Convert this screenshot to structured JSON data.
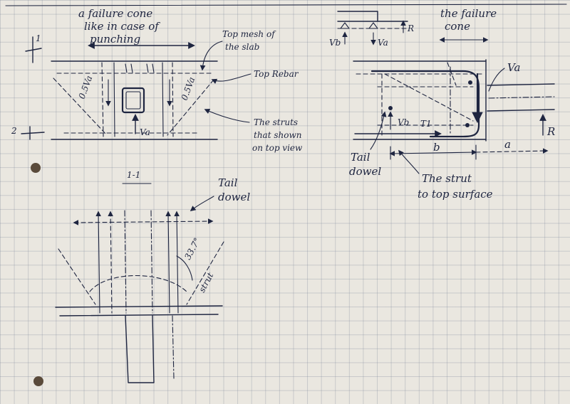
{
  "sketch": {
    "top_view": {
      "failure_cone_note": [
        "a failure cone",
        "like in case of",
        "punching"
      ],
      "top_mesh_note": [
        "Top mesh of",
        "the slab"
      ],
      "top_rebar_note": "Top Rebar",
      "struts_note": [
        "The struts",
        "that shown",
        "on top view"
      ],
      "left_force": "0.5Va",
      "right_force": "0.5Va",
      "center_force": "Va",
      "section_mark_1": "1",
      "section_mark_2": "2"
    },
    "section_1_1": {
      "title": "1-1",
      "tail_dowel_note": [
        "Tail",
        "dowel"
      ],
      "angle_label": "33.7°",
      "strut_label": "strut"
    },
    "side_view": {
      "failure_cone_note": [
        "the failure",
        "cone"
      ],
      "top_left_vb": "Vb",
      "top_mid_va": "Va",
      "top_r": "R",
      "va_label": "Va",
      "r_label": "R",
      "vb_label": "Vb",
      "t1_label": "T1",
      "b_label": "b",
      "a_label": "a",
      "tail_dowel_note": [
        "Tail",
        "dowel"
      ],
      "strut_note": [
        "The strut",
        "to top surface"
      ]
    }
  }
}
